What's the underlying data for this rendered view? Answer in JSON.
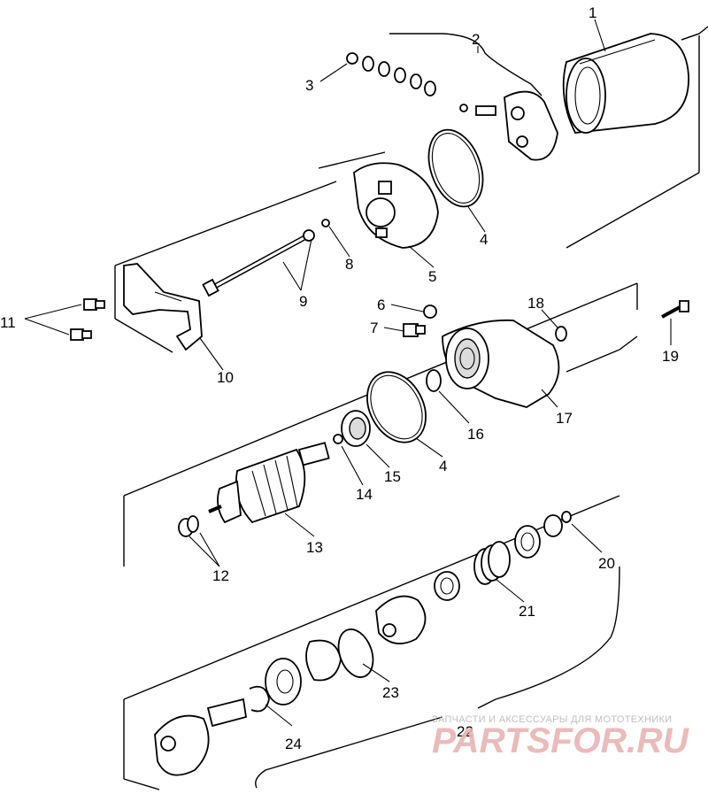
{
  "diagram": {
    "callouts": {
      "c1": "1",
      "c2": "2",
      "c3": "3",
      "c4a": "4",
      "c5": "5",
      "c6": "6",
      "c7": "7",
      "c8": "8",
      "c9": "9",
      "c10": "10",
      "c11": "11",
      "c12": "12",
      "c13": "13",
      "c14": "14",
      "c15": "15",
      "c4b": "4",
      "c16": "16",
      "c17": "17",
      "c18": "18",
      "c19": "19",
      "c20": "20",
      "c21": "21",
      "c22": "22",
      "c23": "23",
      "c24": "24"
    },
    "watermark": {
      "tagline": "ЗАПЧАСТИ И АКСЕССУАРЫ ДЛЯ МОТОТЕХНИКИ",
      "logo": "PARTSFOR.RU"
    }
  }
}
